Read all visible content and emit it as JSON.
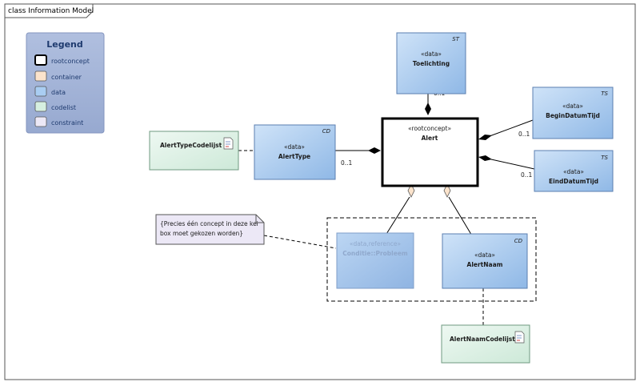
{
  "frame": {
    "title": "class Information Model"
  },
  "legend": {
    "title": "Legend",
    "items": [
      {
        "label": "rootconcept",
        "color": "#ffffff"
      },
      {
        "label": "container",
        "color": "#fbe3cc"
      },
      {
        "label": "data",
        "color": "#a9cdf2"
      },
      {
        "label": "codelist",
        "color": "#d6efe0"
      },
      {
        "label": "constraint",
        "color": "#ece8f6"
      }
    ]
  },
  "classes": {
    "alert": {
      "stereotype": "«rootconcept»",
      "name": "Alert"
    },
    "toelichting": {
      "stereotype": "«data»",
      "name": "Toelichting",
      "tag": "ST"
    },
    "begin_datum_tijd": {
      "stereotype": "«data»",
      "name": "BeginDatumTijd",
      "tag": "TS"
    },
    "eind_datum_tijd": {
      "stereotype": "«data»",
      "name": "EindDatumTijd",
      "tag": "TS"
    },
    "alert_type": {
      "stereotype": "«data»",
      "name": "AlertType",
      "tag": "CD"
    },
    "alert_type_codelijst": {
      "name": "AlertTypeCodelijst"
    },
    "conditie_probleem": {
      "stereotype": "«data,reference»",
      "name": "Conditie::Probleem"
    },
    "alert_naam": {
      "stereotype": "«data»",
      "name": "AlertNaam",
      "tag": "CD"
    },
    "alert_naam_codelijst": {
      "name": "AlertNaamCodelijst"
    }
  },
  "multiplicities": {
    "toelichting": "0..1",
    "begin": "0..1",
    "eind": "0..1",
    "alert_type": "0..1"
  },
  "note": {
    "line1": "{Precies één concept in deze kei ",
    "line2": "box moet gekozen worden}"
  },
  "colors": {
    "data_fill": "#a9cdf2",
    "codelist_fill": "#d6efe0",
    "legend_bg": "#a3b4d6"
  }
}
